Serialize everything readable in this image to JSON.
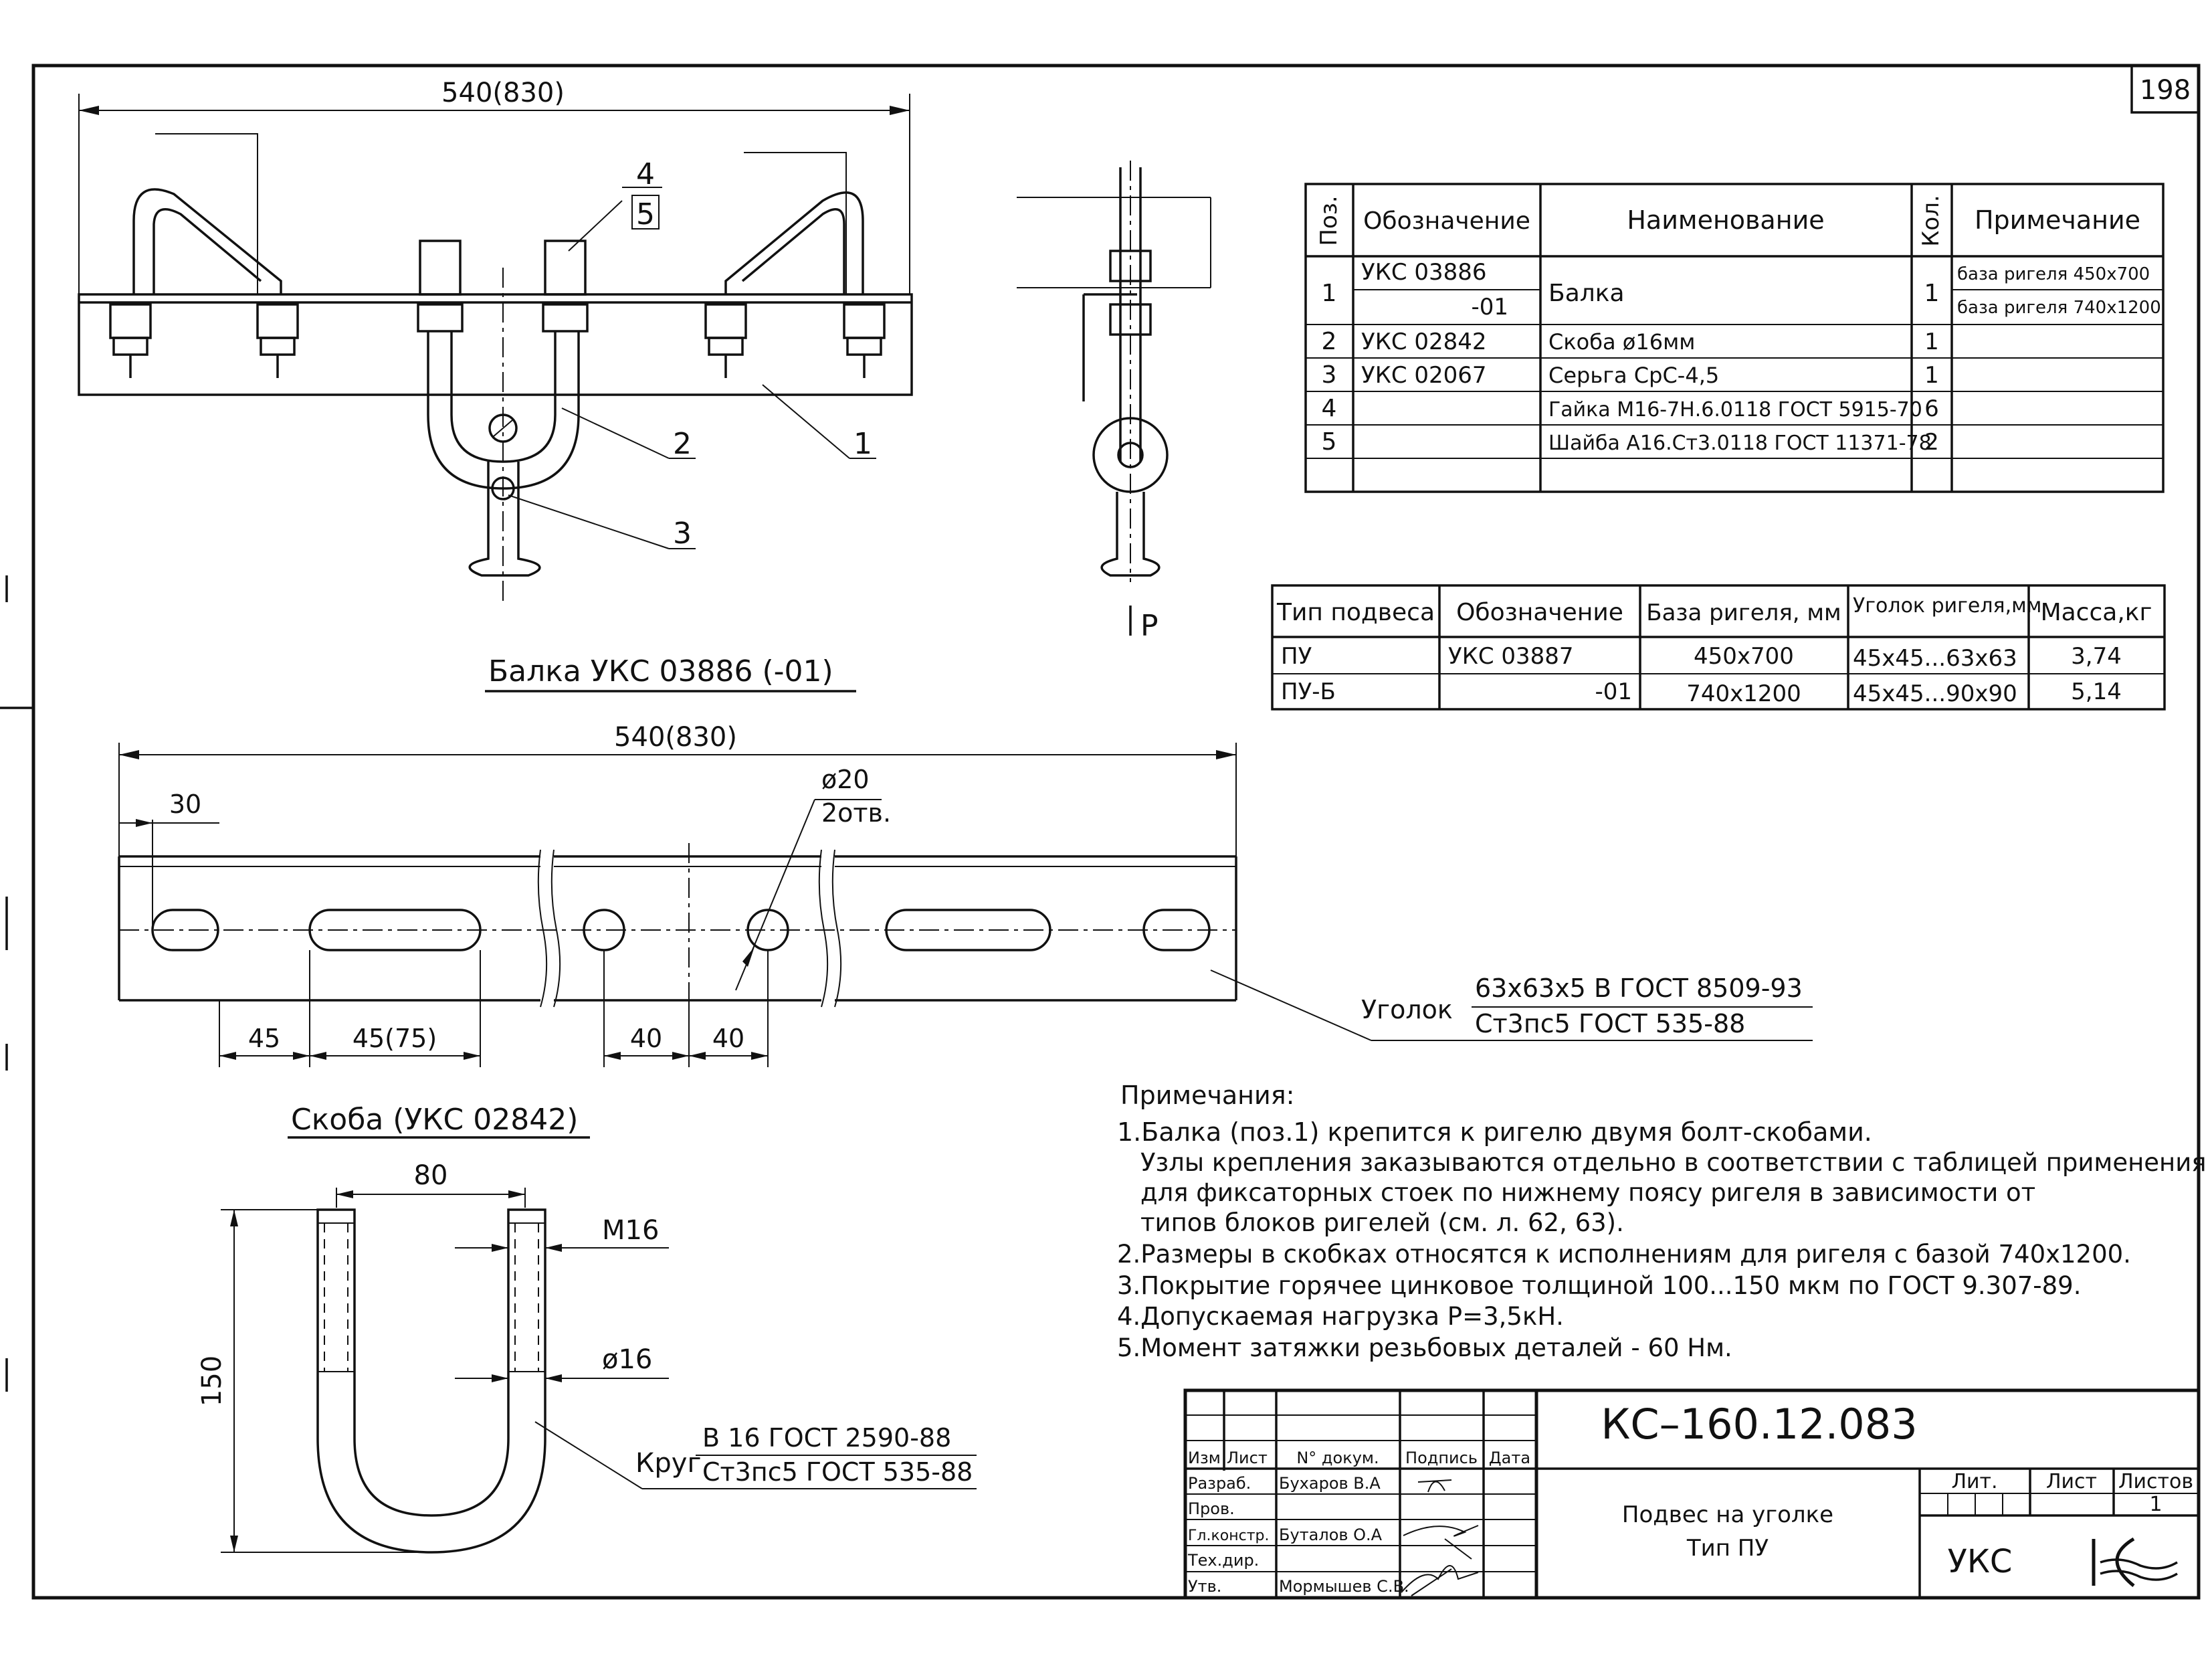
{
  "sheet": {
    "number": "198"
  },
  "top_view": {
    "dim_overall": "540(830)",
    "callouts": [
      "4",
      "5",
      "2",
      "1",
      "3"
    ]
  },
  "side_view": {
    "load_label": "P"
  },
  "beam": {
    "title": "Балка УКС 03886 (-01)",
    "dim_overall": "540(830)",
    "dim_edge": "30",
    "hole_note_1": "ø20",
    "hole_note_2": "2отв.",
    "dims_bottom": [
      "45",
      "45(75)",
      "40",
      "40"
    ],
    "material_prefix": "Уголок",
    "material_1": "63х63х5 В ГОСТ 8509-93",
    "material_2": "Ст3пс5 ГОСТ 535-88"
  },
  "bracket": {
    "title": "Скоба (УКС 02842)",
    "dim_width": "80",
    "dim_height": "150",
    "thread": "М16",
    "diameter": "ø16",
    "material_prefix": "Круг",
    "material_1": "В 16 ГОСТ 2590-88",
    "material_2": "Ст3пс5 ГОСТ 535-88"
  },
  "spec_table": {
    "headers": [
      "Поз.",
      "Обозначение",
      "Наименование",
      "Кол.",
      "Примечание"
    ],
    "rows": [
      {
        "pos": "1",
        "code": "УКС 03886",
        "name": "Балка",
        "qty": "1",
        "note": "база ригеля 450х700"
      },
      {
        "pos": "",
        "code": "-01",
        "name": "",
        "qty": "",
        "note": "база ригеля 740х1200"
      },
      {
        "pos": "2",
        "code": "УКС 02842",
        "name": "Скоба ø16мм",
        "qty": "1",
        "note": ""
      },
      {
        "pos": "3",
        "code": "УКС 02067",
        "name": "Серьга СрС-4,5",
        "qty": "1",
        "note": ""
      },
      {
        "pos": "4",
        "code": "",
        "name": "Гайка М16-7Н.6.0118 ГОСТ 5915-70",
        "qty": "6",
        "note": ""
      },
      {
        "pos": "5",
        "code": "",
        "name": "Шайба А16.Ст3.0118 ГОСТ 11371-78",
        "qty": "2",
        "note": ""
      }
    ]
  },
  "type_table": {
    "headers": [
      "Тип подвеса",
      "Обозначение",
      "База ригеля, мм",
      "Уголок ригеля,мм",
      "Масса,кг"
    ],
    "rows": [
      [
        "ПУ",
        "УКС 03887",
        "450х700",
        "45х45...63х63",
        "3,74"
      ],
      [
        "ПУ-Б",
        "-01",
        "740х1200",
        "45х45...90х90",
        "5,14"
      ]
    ]
  },
  "notes": {
    "title": "Примечания:",
    "lines": [
      "1.Балка (поз.1) крепится к ригелю двумя болт-скобами.",
      "Узлы крепления заказываются  отдельно в соответствии с таблицей применения",
      "для фиксаторных стоек по нижнему поясу ригеля в зависимости от",
      "типов блоков ригелей (см. л. 62, 63).",
      "2.Размеры в скобках относятся к исполнениям для ригеля с базой 740х1200.",
      "3.Покрытие горячее цинковое толщиной 100...150 мкм по ГОСТ 9.307-89.",
      "4.Допускаемая нагрузка Р=3,5кН.",
      "5.Момент затяжки резьбовых деталей - 60 Нм."
    ]
  },
  "title_block": {
    "doc_code": "КС–160.12.083",
    "col_headers": [
      "Изм",
      "Лист",
      "N° докум.",
      "Подпись",
      "Дата"
    ],
    "roles": [
      "Разраб.",
      "Пров.",
      "Гл.констр.",
      "Тех.дир.",
      "Утв."
    ],
    "names": [
      "Бухаров В.А",
      "",
      "Буталов О.А",
      "",
      "Мормышев С.В."
    ],
    "drawing_name_1": "Подвес на уголке",
    "drawing_name_2": "Тип ПУ",
    "lit_header": "Лит.",
    "sheet_header": "Лист",
    "sheets_header": "Листов",
    "sheets_value": "1",
    "org": "УКС"
  }
}
